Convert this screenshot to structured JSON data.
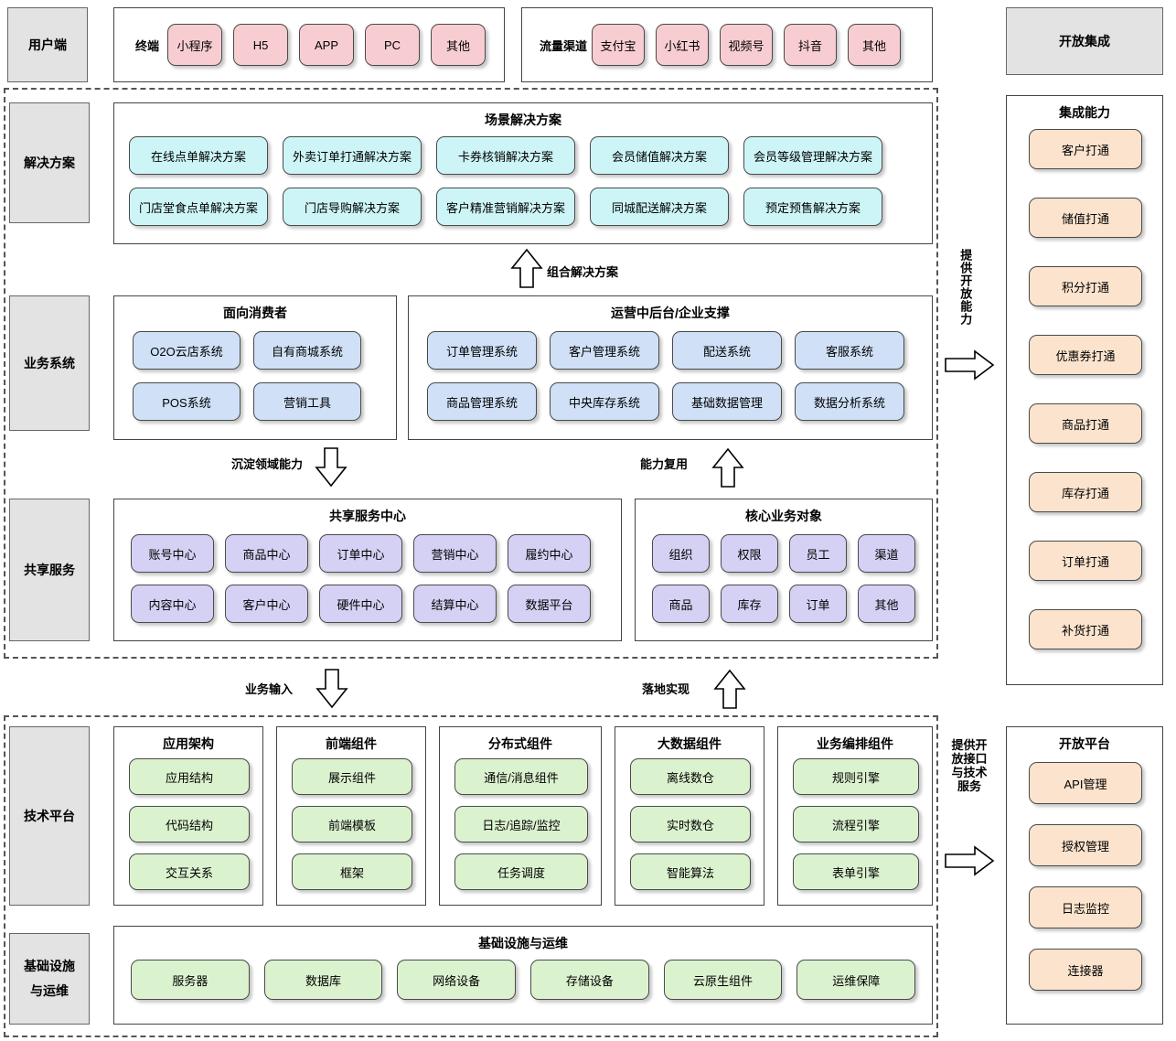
{
  "rows": {
    "client": "用户端",
    "solution": "解决方案",
    "business": "业务系统",
    "shared": "共享服务",
    "tech": "技术平台",
    "infra": "基础设施\n与运维",
    "infra_line1": "基础设施",
    "infra_line2": "与运维"
  },
  "client": {
    "terminal_label": "终端",
    "terminals": [
      "小程序",
      "H5",
      "APP",
      "PC",
      "其他"
    ],
    "channel_label": "流量渠道",
    "channels": [
      "支付宝",
      "小红书",
      "视频号",
      "抖音",
      "其他"
    ],
    "open_integration": "开放集成"
  },
  "solution": {
    "title": "场景解决方案",
    "items": [
      "在线点单解决方案",
      "外卖订单打通解决方案",
      "卡券核销解决方案",
      "会员储值解决方案",
      "会员等级管理解决方案",
      "门店堂食点单解决方案",
      "门店导购解决方案",
      "客户精准营销解决方案",
      "同城配送解决方案",
      "预定预售解决方案"
    ]
  },
  "business": {
    "consumer": {
      "title": "面向消费者",
      "items": [
        "O2O云店系统",
        "自有商城系统",
        "POS系统",
        "营销工具"
      ]
    },
    "backoffice": {
      "title": "运营中后台/企业支撑",
      "items": [
        "订单管理系统",
        "客户管理系统",
        "配送系统",
        "客服系统",
        "商品管理系统",
        "中央库存系统",
        "基础数据管理",
        "数据分析系统"
      ]
    }
  },
  "shared": {
    "center": {
      "title": "共享服务中心",
      "items": [
        "账号中心",
        "商品中心",
        "订单中心",
        "营销中心",
        "履约中心",
        "内容中心",
        "客户中心",
        "硬件中心",
        "结算中心",
        "数据平台"
      ]
    },
    "objects": {
      "title": "核心业务对象",
      "items": [
        "组织",
        "权限",
        "员工",
        "渠道",
        "商品",
        "库存",
        "订单",
        "其他"
      ]
    }
  },
  "tech": {
    "groups": [
      {
        "title": "应用架构",
        "items": [
          "应用结构",
          "代码结构",
          "交互关系"
        ]
      },
      {
        "title": "前端组件",
        "items": [
          "展示组件",
          "前端模板",
          "框架"
        ]
      },
      {
        "title": "分布式组件",
        "items": [
          "通信/消息组件",
          "日志/追踪/监控",
          "任务调度"
        ]
      },
      {
        "title": "大数据组件",
        "items": [
          "离线数仓",
          "实时数仓",
          "智能算法"
        ]
      },
      {
        "title": "业务编排组件",
        "items": [
          "规则引擎",
          "流程引擎",
          "表单引擎"
        ]
      }
    ]
  },
  "infra": {
    "title": "基础设施与运维",
    "items": [
      "服务器",
      "数据库",
      "网络设备",
      "存储设备",
      "云原生组件",
      "运维保障"
    ]
  },
  "right": {
    "integration": {
      "title": "集成能力",
      "items": [
        "客户打通",
        "储值打通",
        "积分打通",
        "优惠券打通",
        "商品打通",
        "库存打通",
        "订单打通",
        "补货打通"
      ]
    },
    "openplatform": {
      "title": "开放平台",
      "items": [
        "API管理",
        "授权管理",
        "日志监控",
        "连接器"
      ]
    },
    "arrow_upper_text": "提供开放能力",
    "arrow_lower_text": "提供开放接口与技术服务"
  },
  "connectors": {
    "combine": "组合解决方案",
    "domain": "沉淀领域能力",
    "reuse": "能力复用",
    "input": "业务输入",
    "implement": "落地实现"
  },
  "colors": {
    "pink": "#f8cdd2",
    "cyan": "#cdf5f7",
    "blue": "#cfe0f7",
    "purple": "#d4d1f4",
    "green": "#dbf2cf",
    "orange": "#fbe3cd",
    "label_gray": "#e3e3e3"
  }
}
